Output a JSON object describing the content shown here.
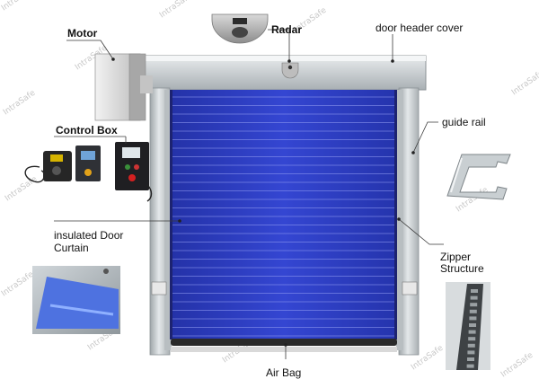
{
  "labels": {
    "motor": "Motor",
    "radar": "Radar",
    "door_header_cover": "door header cover",
    "control_box": "Control Box",
    "guide_rail": "guide rail",
    "insulated_line1": "insulated Door",
    "insulated_line2": "Curtain",
    "zipper_line1": "Zipper",
    "zipper_line2": "Structure",
    "air_bag": "Air Bag"
  },
  "watermark": "IntraSafe",
  "colors": {
    "curtain_blue": "#2f3fc4",
    "curtain_slat": "#8f9af0",
    "frame_steel": "#c9cfd2",
    "motor_gray": "#dcdcdc",
    "air_bag": "#2a2a2a"
  }
}
